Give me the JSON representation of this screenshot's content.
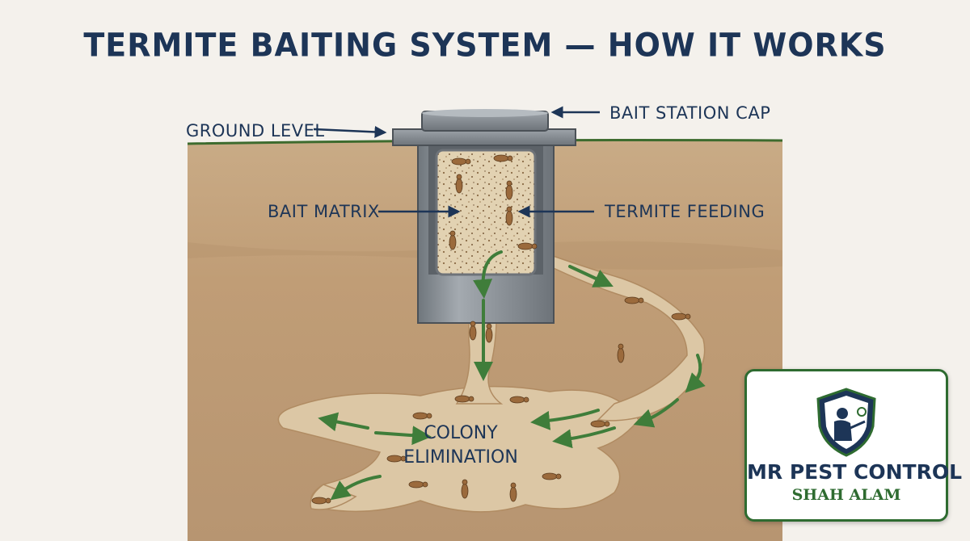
{
  "title": "TERMITE BAITING SYSTEM — HOW IT WORKS",
  "labels": {
    "ground_level": "GROUND LEVEL",
    "bait_station_cap": "BAIT STATION CAP",
    "bait_matrix": "BAIT MATRIX",
    "termite_feeding": "TERMITE FEEDING",
    "colony_line1": "COLONY",
    "colony_line2": "ELIMINATION"
  },
  "logo": {
    "name": "MR PEST CONTROL",
    "location": "SHAH ALAM",
    "icon": "shield-exterminator-icon"
  },
  "colors": {
    "title": "#1d3557",
    "soil": "#c4a37f",
    "tunnel": "#dcc7a5",
    "arrow": "#3f7d3a",
    "pipe": "#8a9096"
  }
}
